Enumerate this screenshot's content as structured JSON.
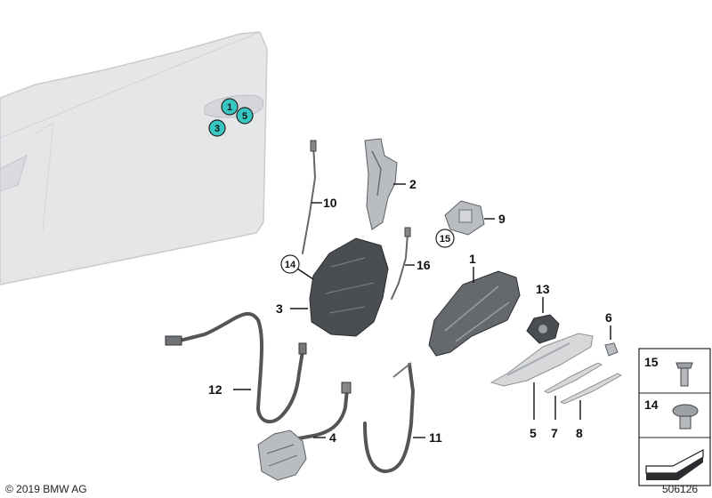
{
  "door_markers": [
    "1",
    "5",
    "3"
  ],
  "colors": {
    "marker_fill": "#38c6c2",
    "door_fill": "#e4e6e8",
    "door_edge": "#c9cccf"
  },
  "callouts": {
    "n1": "1",
    "n2": "2",
    "n3": "3",
    "n4": "4",
    "n5": "5",
    "n6": "6",
    "n7": "7",
    "n8": "8",
    "n9": "9",
    "n10": "10",
    "n11": "11",
    "n12": "12",
    "n13": "13",
    "n16": "16"
  },
  "circled_callouts": {
    "c15": "15",
    "c14": "14"
  },
  "side_box": {
    "item_a": "15",
    "item_b": "14"
  },
  "copyright": "© 2019 BMW AG",
  "diagram_number": "506126"
}
